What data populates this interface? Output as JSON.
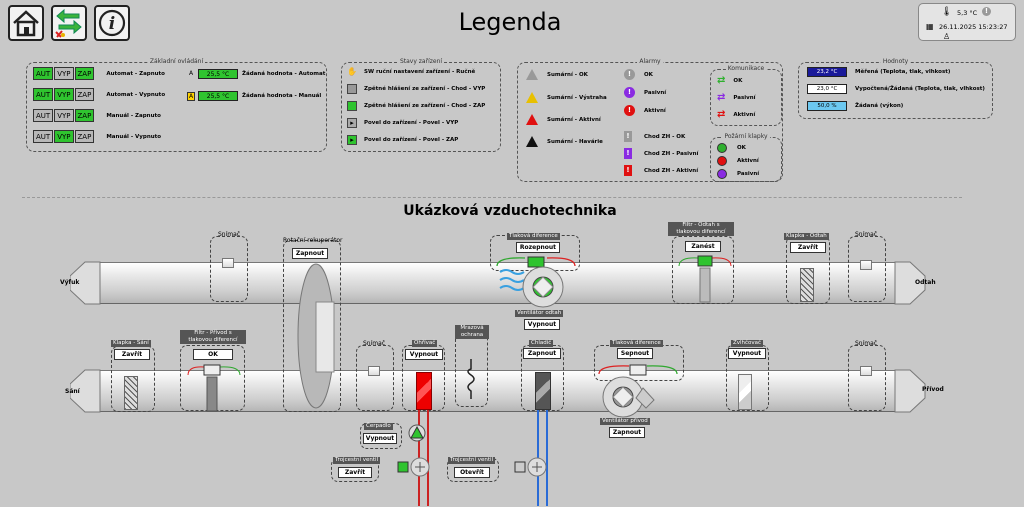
{
  "header": {
    "title": "Legenda"
  },
  "toolbar": {
    "home_icon": "home-icon",
    "nav_icon": "arrows-icon",
    "info_icon": "info-icon"
  },
  "status": {
    "temperature": "5,3 °C",
    "datetime": "26.11.2025 15:23:27"
  },
  "groups": {
    "basic": "Základní ovládání",
    "states": "Stavy zařízení",
    "alarms": "Alarmy",
    "communication": "Komunikace",
    "fire": "Požární klapky",
    "values": "Hodnoty"
  },
  "basic": {
    "aut": "AUT",
    "vyp": "VYP",
    "zap": "ZAP",
    "rows": [
      "Automat - Zapnuto",
      "Automat - Vypnuto",
      "Manuál - Zapnuto",
      "Manuál - Vypnuto"
    ],
    "setpoints": [
      {
        "mark": "A",
        "value": "25,5 °C",
        "label": "Žádaná hodnota - Automat"
      },
      {
        "mark": "A",
        "value": "25,5 °C",
        "label": "Žádaná hodnota - Manuál"
      }
    ]
  },
  "states": [
    "SW ruční nastavení zařízení - Ručně",
    "Zpětné hlášení ze zařízení - Chod - VYP",
    "Zpětné hlášení ze zařízení - Chod - ZAP",
    "Povel do zařízení - Povel - VYP",
    "Povel do zařízení - Povel - ZAP"
  ],
  "alarms": {
    "sum": [
      "Sumární - OK",
      "Sumární - Výstraha",
      "Sumární - Aktivní",
      "Sumární - Havárie"
    ],
    "single": [
      "OK",
      "Pasivní",
      "Aktivní"
    ],
    "chod": [
      "Chod ZH - OK",
      "Chod ZH - Pasivní",
      "Chod ZH - Aktivní"
    ]
  },
  "communication": [
    "OK",
    "Pasivní",
    "Aktivní"
  ],
  "fire": [
    "OK",
    "Aktivní",
    "Pasivní"
  ],
  "values": [
    {
      "value": "23,2 °C",
      "label": "Měřená (Teplota, tlak, vlhkost)"
    },
    {
      "value": "23,0 °C",
      "label": "Vypočtená/Žádaná (Teplota, tlak, vlhkost)"
    },
    {
      "value": "50,0 %",
      "label": "Žádaná (výkon)"
    }
  ],
  "diagram": {
    "title": "Ukázková vzduchotechnika",
    "vyfuk": "Výfuk",
    "odtah": "Odtah",
    "sani": "Sání",
    "privod": "Přívod",
    "snimac": "Snímač",
    "rotacni": "Rotační rekuperátor",
    "rotacni_btn": "Zapnout",
    "tlak_odtah": "Tlaková diference",
    "tlak_odtah_btn": "Rozepnout",
    "vent_odtah": "Ventilátor odtah",
    "vent_odtah_btn": "Vypnout",
    "filtr_odtah": "Filtr - Odtah s tlakovou diferencí",
    "filtr_odtah_btn": "Zanést",
    "klapka_odtah": "Klapka - Odtah",
    "klapka_odtah_btn": "Zavřít",
    "klapka_sani": "Klapka - Sání",
    "klapka_sani_btn": "Zavřít",
    "filtr_privod": "Filtr - Přívod s tlakovou diferencí",
    "filtr_privod_btn": "OK",
    "ohrivac": "Ohřívač",
    "ohrivac_btn": "Vypnout",
    "mrazova": "Mrazová ochrana",
    "chladic": "Chladič",
    "chladic_btn": "Zapnout",
    "tlak_privod": "Tlaková diference",
    "tlak_privod_btn": "Sepnout",
    "vent_privod": "Ventilátor přívod",
    "vent_privod_btn": "Zapnout",
    "zvlhcovac": "Zvlhčovač",
    "zvlhcovac_btn": "Vypnout",
    "cerpadlo": "Čerpadlo",
    "cerpadlo_btn": "Vypnout",
    "trojcestni1": "Trojcestní ventil",
    "trojcestni1_btn": "Zavřít",
    "trojcestni2": "Trojcestní ventil",
    "trojcestni2_btn": "Otevřít"
  }
}
